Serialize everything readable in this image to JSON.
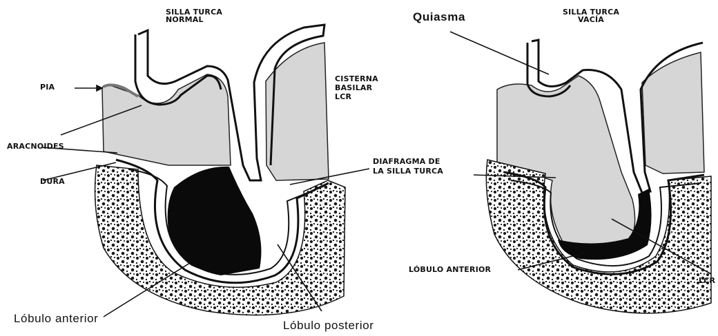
{
  "left_panel": {
    "title_line1": "SILLA TURCA",
    "title_line2": "NORMAL",
    "pia": "PIA",
    "aracnoides": "ARACNOIDES",
    "dura": "DURA",
    "cisterna_line1": "CISTERNA",
    "cisterna_line2": "BASILAR",
    "cisterna_line3": "LCR",
    "diafragma_line1": "DIAFRAGMA DE",
    "diafragma_line2": "LA SILLA TURCA",
    "lobulo_anterior": "Lóbulo anterior",
    "lobulo_posterior": "Lóbulo posterior"
  },
  "right_panel": {
    "quiasma": "Quiasma",
    "title_line1": "SILLA TURCA",
    "title_line2": "VACÍA",
    "lobulo_anterior": "LÓBULO ANTERIOR",
    "lcr": "LCR"
  },
  "colors": {
    "csf_gray": "#d6d6d6",
    "ink": "#111111",
    "bone_dots": "#1a1a1a"
  }
}
